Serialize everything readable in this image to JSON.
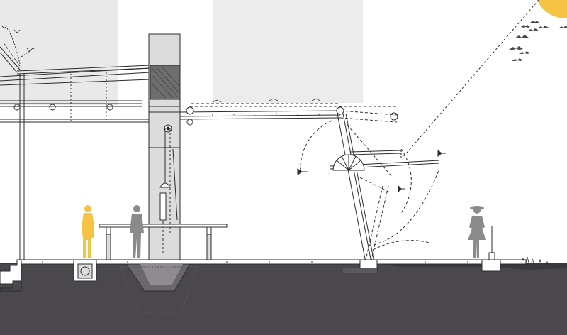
{
  "drawing": {
    "kind": "architectural section",
    "colors": {
      "ground": "#4a484d",
      "ground_top_edge": "#3a393c",
      "background_panels": "#e9e9e9",
      "column": "#dcdcdc",
      "sun": "#f6c445",
      "highlight_figure": "#f6c445",
      "figure_gray": "#8d8a8c",
      "line": "#2b2b2b",
      "birds": "#4a484d"
    },
    "icons": [
      "sun",
      "bird-flock",
      "person-silhouette",
      "woman-silhouette",
      "pulley-wheel",
      "counterweight",
      "wind-vane"
    ]
  }
}
